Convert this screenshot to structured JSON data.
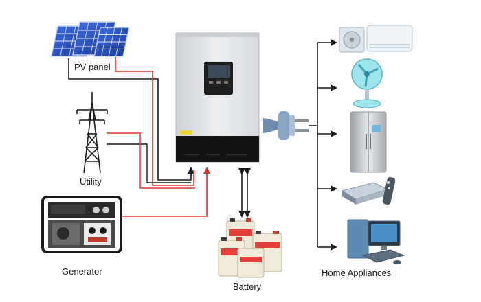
{
  "labels": {
    "pv_panel": "PV panel",
    "utility": "Utility",
    "generator": "Generator",
    "battery": "Battery",
    "home_appliances": "Home Appliances"
  },
  "colors": {
    "ac_wire": "#e0302a",
    "dc_wire": "#1a1a1a",
    "solar_blue": "#2c56c8",
    "inverter_body": "#e4e6e8",
    "battery_body": "#f0ead8",
    "battery_accent": "#e3403a",
    "plug_blue": "#8aa6c6"
  },
  "icons": [
    "solar-panel-icon",
    "utility-tower-icon",
    "generator-icon",
    "inverter-icon",
    "battery-icon",
    "power-plug-icon",
    "air-conditioner-icon",
    "fan-icon",
    "refrigerator-icon",
    "dvd-player-icon",
    "computer-icon"
  ]
}
